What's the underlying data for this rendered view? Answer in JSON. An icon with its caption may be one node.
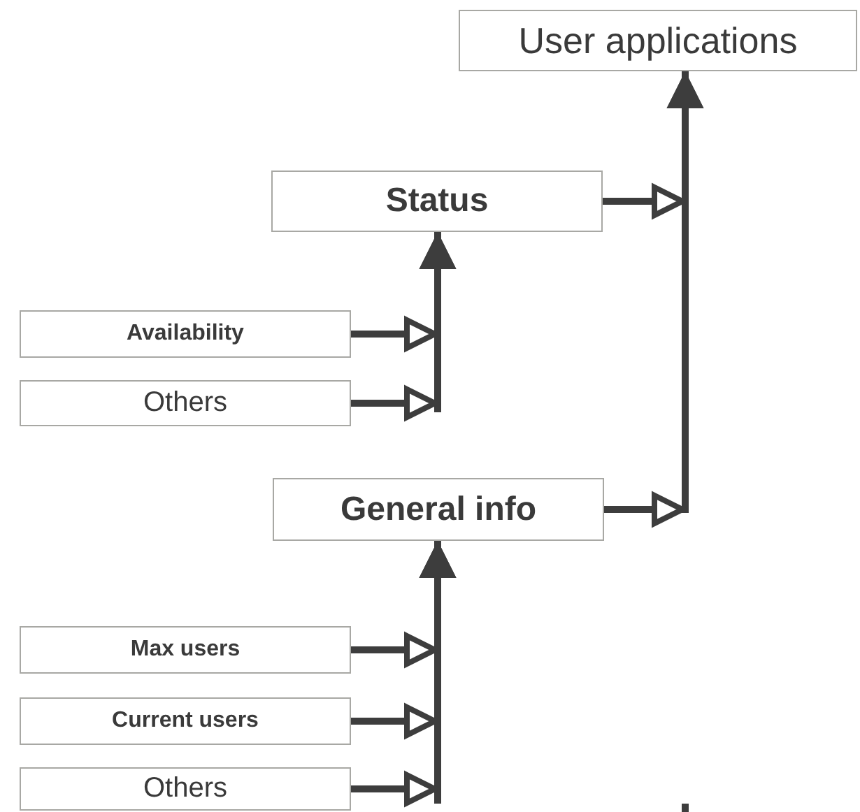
{
  "diagram": {
    "nodes": [
      {
        "text": [
          "User applications"
        ]
      },
      {
        "text": [
          "Status"
        ]
      },
      {
        "text": [
          "Availability"
        ]
      },
      {
        "text": [
          "Others"
        ]
      },
      {
        "text": [
          "General info"
        ]
      },
      {
        "text": [
          "Max users"
        ]
      },
      {
        "text": [
          "Current users"
        ]
      },
      {
        "text": [
          "Others"
        ]
      }
    ],
    "edges": [
      {
        "from": 2,
        "to": 1,
        "arrow": "to"
      },
      {
        "from": 3,
        "to": 1,
        "arrow": "to"
      },
      {
        "from": 1,
        "to": 0,
        "arrow": "to"
      },
      {
        "from": 4,
        "to": 0,
        "arrow": "to"
      },
      {
        "from": 5,
        "to": 4,
        "arrow": "to"
      },
      {
        "from": 6,
        "to": 4,
        "arrow": "to"
      },
      {
        "from": 7,
        "to": 4,
        "arrow": "to"
      }
    ]
  }
}
